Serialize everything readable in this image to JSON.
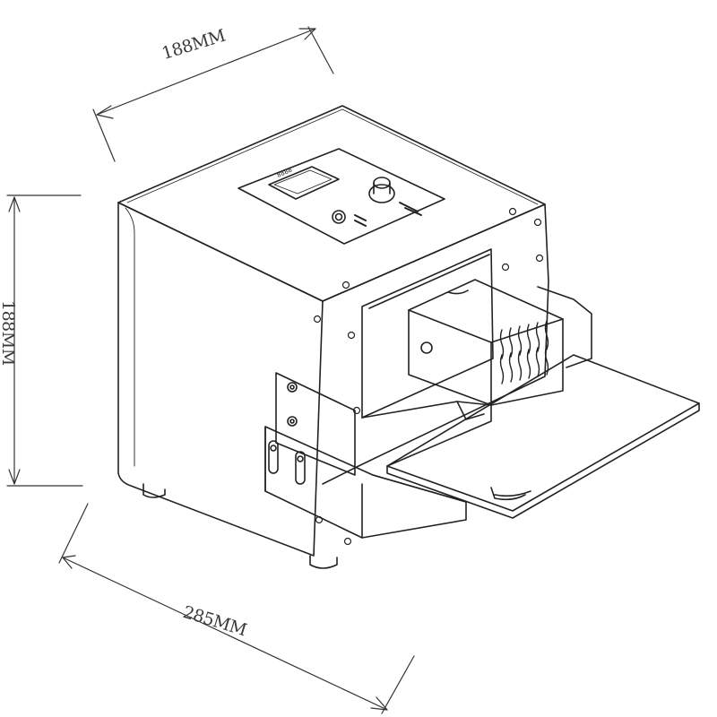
{
  "dimensions": {
    "width_label": "188MM",
    "height_label": "188MM",
    "depth_label": "285MM"
  },
  "line_color": "#222222"
}
